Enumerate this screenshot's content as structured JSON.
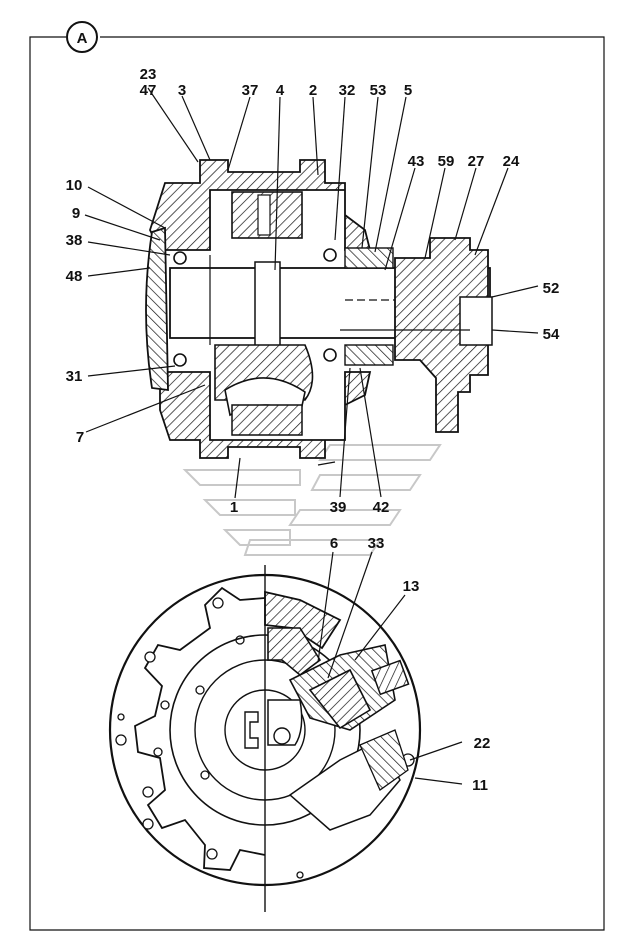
{
  "section_badge": "A",
  "upper_view": {
    "callouts": {
      "c23": "23",
      "c47": "47",
      "c3": "3",
      "c37": "37",
      "c4": "4",
      "c2": "2",
      "c32": "32",
      "c53": "53",
      "c5": "5",
      "c43": "43",
      "c59": "59",
      "c27": "27",
      "c24": "24",
      "c10": "10",
      "c9": "9",
      "c38": "38",
      "c48": "48",
      "c52": "52",
      "c54": "54",
      "c31": "31",
      "c7": "7",
      "c1": "1",
      "c39": "39",
      "c42": "42"
    }
  },
  "lower_view": {
    "callouts": {
      "c6": "6",
      "c33": "33",
      "c13": "13",
      "c22": "22",
      "c11": "11"
    }
  }
}
